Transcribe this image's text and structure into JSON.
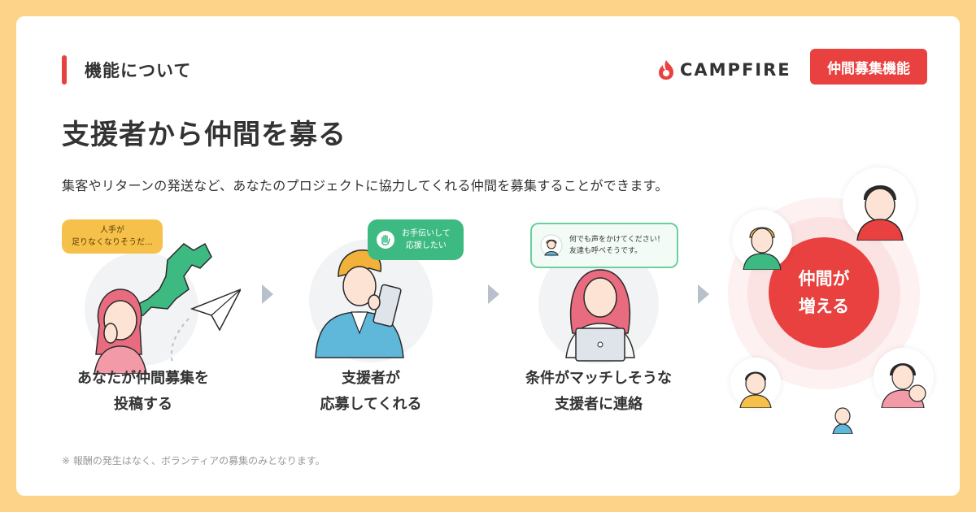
{
  "section_label": "機能について",
  "brand": {
    "name": "CAMPFIRE",
    "badge": "仲間募集機能"
  },
  "title": "支援者から仲間を募る",
  "description": "集客やリターンの発送など、あなたのプロジェクトに協力してくれる仲間を募集することができます。",
  "steps": [
    {
      "bubble": [
        "人手が",
        "足りなくなりそうだ…"
      ],
      "caption": [
        "あなたが仲間募集を",
        "投稿する"
      ]
    },
    {
      "bubble": [
        "お手伝いして",
        "応援したい"
      ],
      "caption": [
        "支援者が",
        "応募してくれる"
      ]
    },
    {
      "bubble": [
        "何でも声をかけてください！",
        "友達も呼べそうです。"
      ],
      "caption": [
        "条件がマッチしそうな",
        "支援者に連絡"
      ]
    }
  ],
  "result": [
    "仲間が",
    "増える"
  ],
  "footnote": "※ 報酬の発生はなく、ボランティアの募集のみとなります。",
  "colors": {
    "background": "#fdd38a",
    "accent": "#e8413f",
    "green": "#3dba82",
    "bubble_yellow": "#f6c14b",
    "text": "#333333"
  },
  "icons": [
    "flame-logo-icon",
    "hand-icon",
    "paper-plane-icon",
    "chevron-right-icon",
    "tablet-icon",
    "laptop-icon"
  ]
}
